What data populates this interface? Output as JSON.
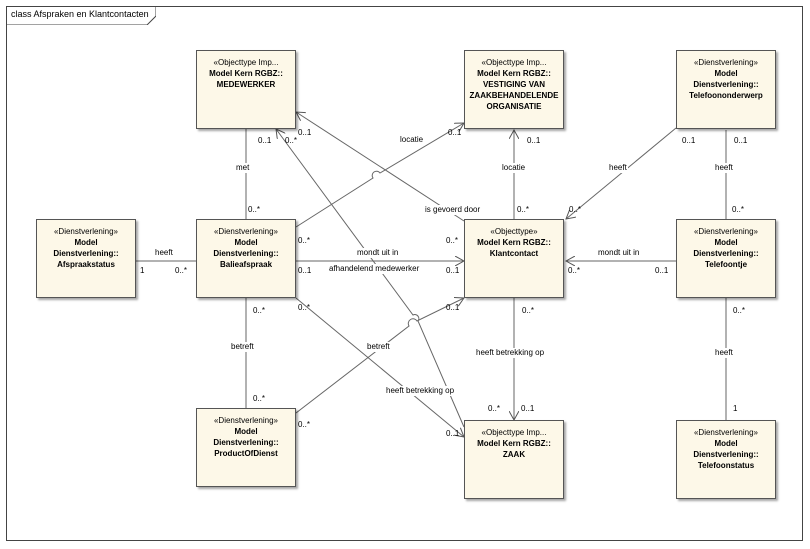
{
  "frame": {
    "title": "class Afspraken en Klantcontacten"
  },
  "classes": {
    "medewerker": {
      "stereotype": "«Objecttype Imp...",
      "name": "Model Kern RGBZ::\nMEDEWERKER"
    },
    "vestiging": {
      "stereotype": "«Objecttype Imp...",
      "name": "Model Kern RGBZ::\nVESTIGING VAN\nZAAKBEHANDELENDE\nORGANISATIE"
    },
    "telefoononderwerp": {
      "stereotype": "«Dienstverlening»",
      "name": "Model\nDienstverlening::\nTelefoononderwerp"
    },
    "afspraakstatus": {
      "stereotype": "«Dienstverlening»",
      "name": "Model\nDienstverlening::\nAfspraakstatus"
    },
    "balieafspraak": {
      "stereotype": "«Dienstverlening»",
      "name": "Model\nDienstverlening::\nBalieafspraak"
    },
    "klantcontact": {
      "stereotype": "«Objecttype»",
      "name": "Model Kern RGBZ::\nKlantcontact"
    },
    "telefoontje": {
      "stereotype": "«Dienstverlening»",
      "name": "Model\nDienstverlening::\nTelefoontje"
    },
    "productofdienst": {
      "stereotype": "«Dienstverlening»",
      "name": "Model\nDienstverlening::\nProductOfDienst"
    },
    "zaak": {
      "stereotype": "«Objecttype Imp...",
      "name": "Model Kern RGBZ::\nZAAK"
    },
    "telefoonstatus": {
      "stereotype": "«Dienstverlening»",
      "name": "Model\nDienstverlening::\nTelefoonstatus"
    }
  },
  "labels": {
    "met": "met",
    "locatie_1": "locatie",
    "locatie_2": "locatie",
    "heeft_1": "heeft",
    "heeft_2": "heeft",
    "heeft_3": "heeft",
    "heeft_4": "heeft",
    "is_gevoerd_door": "is gevoerd door",
    "mondt_uit_in_1": "mondt uit in",
    "mondt_uit_in_2": "mondt uit in",
    "afhandelend_medewerker": "afhandelend medewerker",
    "betreft_1": "betreft",
    "betreft_2": "betreft",
    "heeft_betrekking_op_1": "heeft betrekking op",
    "heeft_betrekking_op_2": "heeft betrekking op"
  },
  "multiplicities": {
    "m1": "0..1",
    "m2": "0..*",
    "m3": "0..1",
    "m4": "0..*",
    "m5": "0..1",
    "m6": "0..1",
    "m7": "0..*",
    "m8": "0..1",
    "m9": "0..1",
    "m10": "0..*",
    "m11": "1",
    "m12": "0..*",
    "m13": "0..*",
    "m14": "0..1",
    "m15": "0..*",
    "m16": "0..1",
    "m17": "0..*",
    "m18": "0..1",
    "m19": "0..*",
    "m20": "0..*",
    "m21": "0..*",
    "m22": "0..*",
    "m23": "0..1",
    "m24": "0..*",
    "m25": "0..*",
    "m26": "0..1",
    "m27": "0..*",
    "m28": "1"
  }
}
